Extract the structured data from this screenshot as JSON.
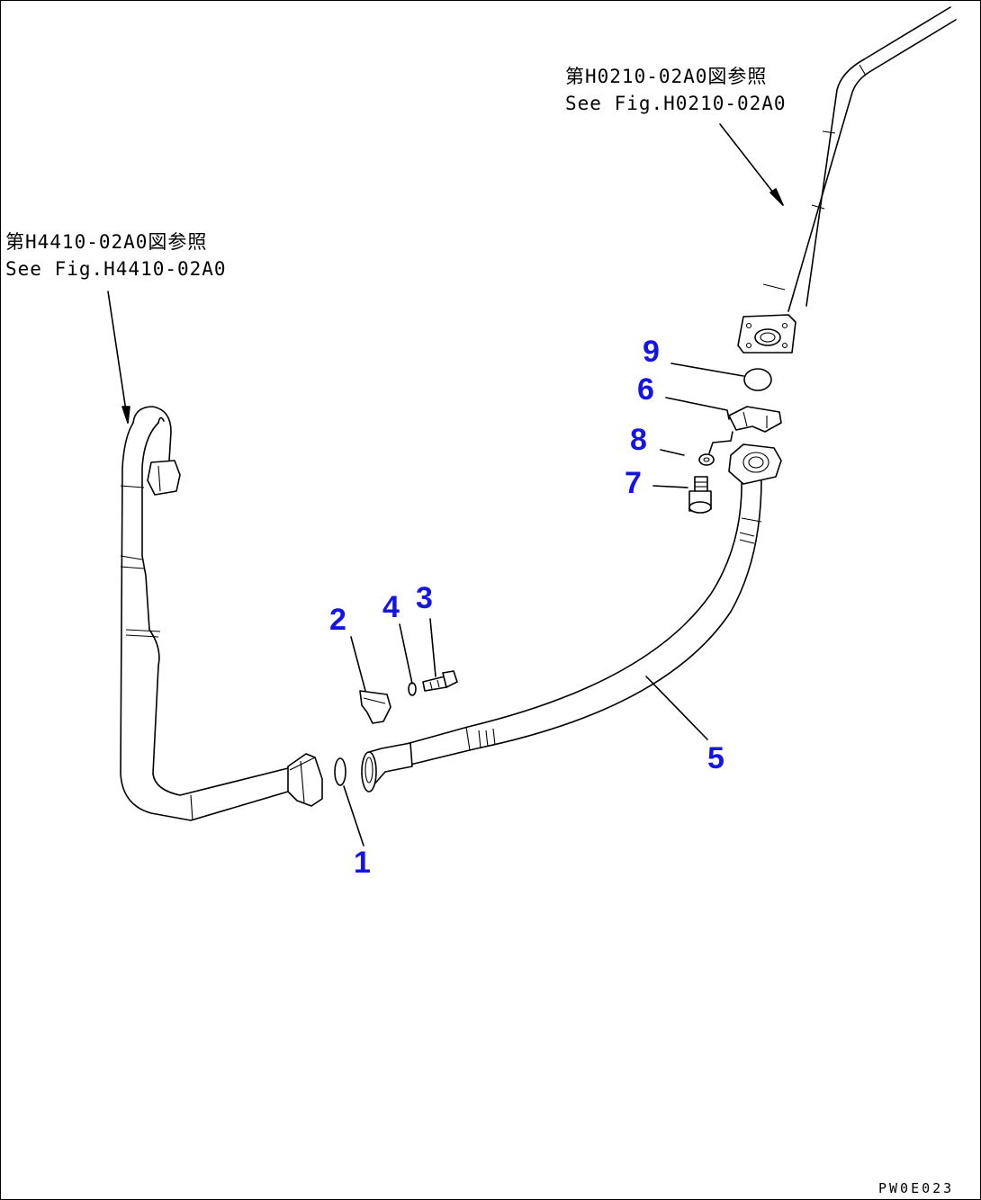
{
  "references": {
    "upper_right": {
      "line1": "第H0210-02A0図参照",
      "line2": "See Fig.H0210-02A0"
    },
    "left": {
      "line1": "第H4410-02A0図参照",
      "line2": "See Fig.H4410-02A0"
    }
  },
  "callouts": [
    {
      "id": "1",
      "label": "1"
    },
    {
      "id": "2",
      "label": "2"
    },
    {
      "id": "3",
      "label": "3"
    },
    {
      "id": "4",
      "label": "4"
    },
    {
      "id": "5",
      "label": "5"
    },
    {
      "id": "6",
      "label": "6"
    },
    {
      "id": "7",
      "label": "7"
    },
    {
      "id": "8",
      "label": "8"
    },
    {
      "id": "9",
      "label": "9"
    }
  ],
  "drawing_code": "PW0E023",
  "colors": {
    "callout": "#1414e6",
    "line": "#000000",
    "background": "#ffffff"
  }
}
